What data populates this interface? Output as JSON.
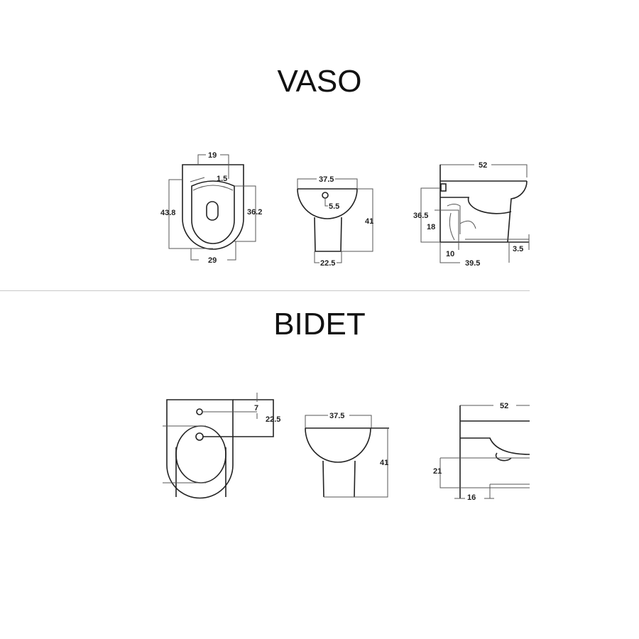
{
  "sections": [
    {
      "title": "VASO",
      "top_view": {
        "width_top": "19",
        "offset": "1.5",
        "length": "43.8",
        "seat": "36.2",
        "width_bottom": "29"
      },
      "front_view": {
        "width": "37.5",
        "hole": "5.5",
        "height": "41",
        "base": "22.5"
      },
      "side_view": {
        "length": "52",
        "height": "36.5",
        "outlet_height": "18",
        "outlet_offset": "10",
        "depth": "39.5",
        "floor": "3.5"
      }
    },
    {
      "title": "BIDET",
      "top_view": {
        "tap_offset": "7",
        "drain_offset": "22.5"
      },
      "front_view": {
        "width": "37.5",
        "height": "41"
      },
      "side_view": {
        "length": "52",
        "height": "21",
        "offset": "16"
      }
    }
  ]
}
